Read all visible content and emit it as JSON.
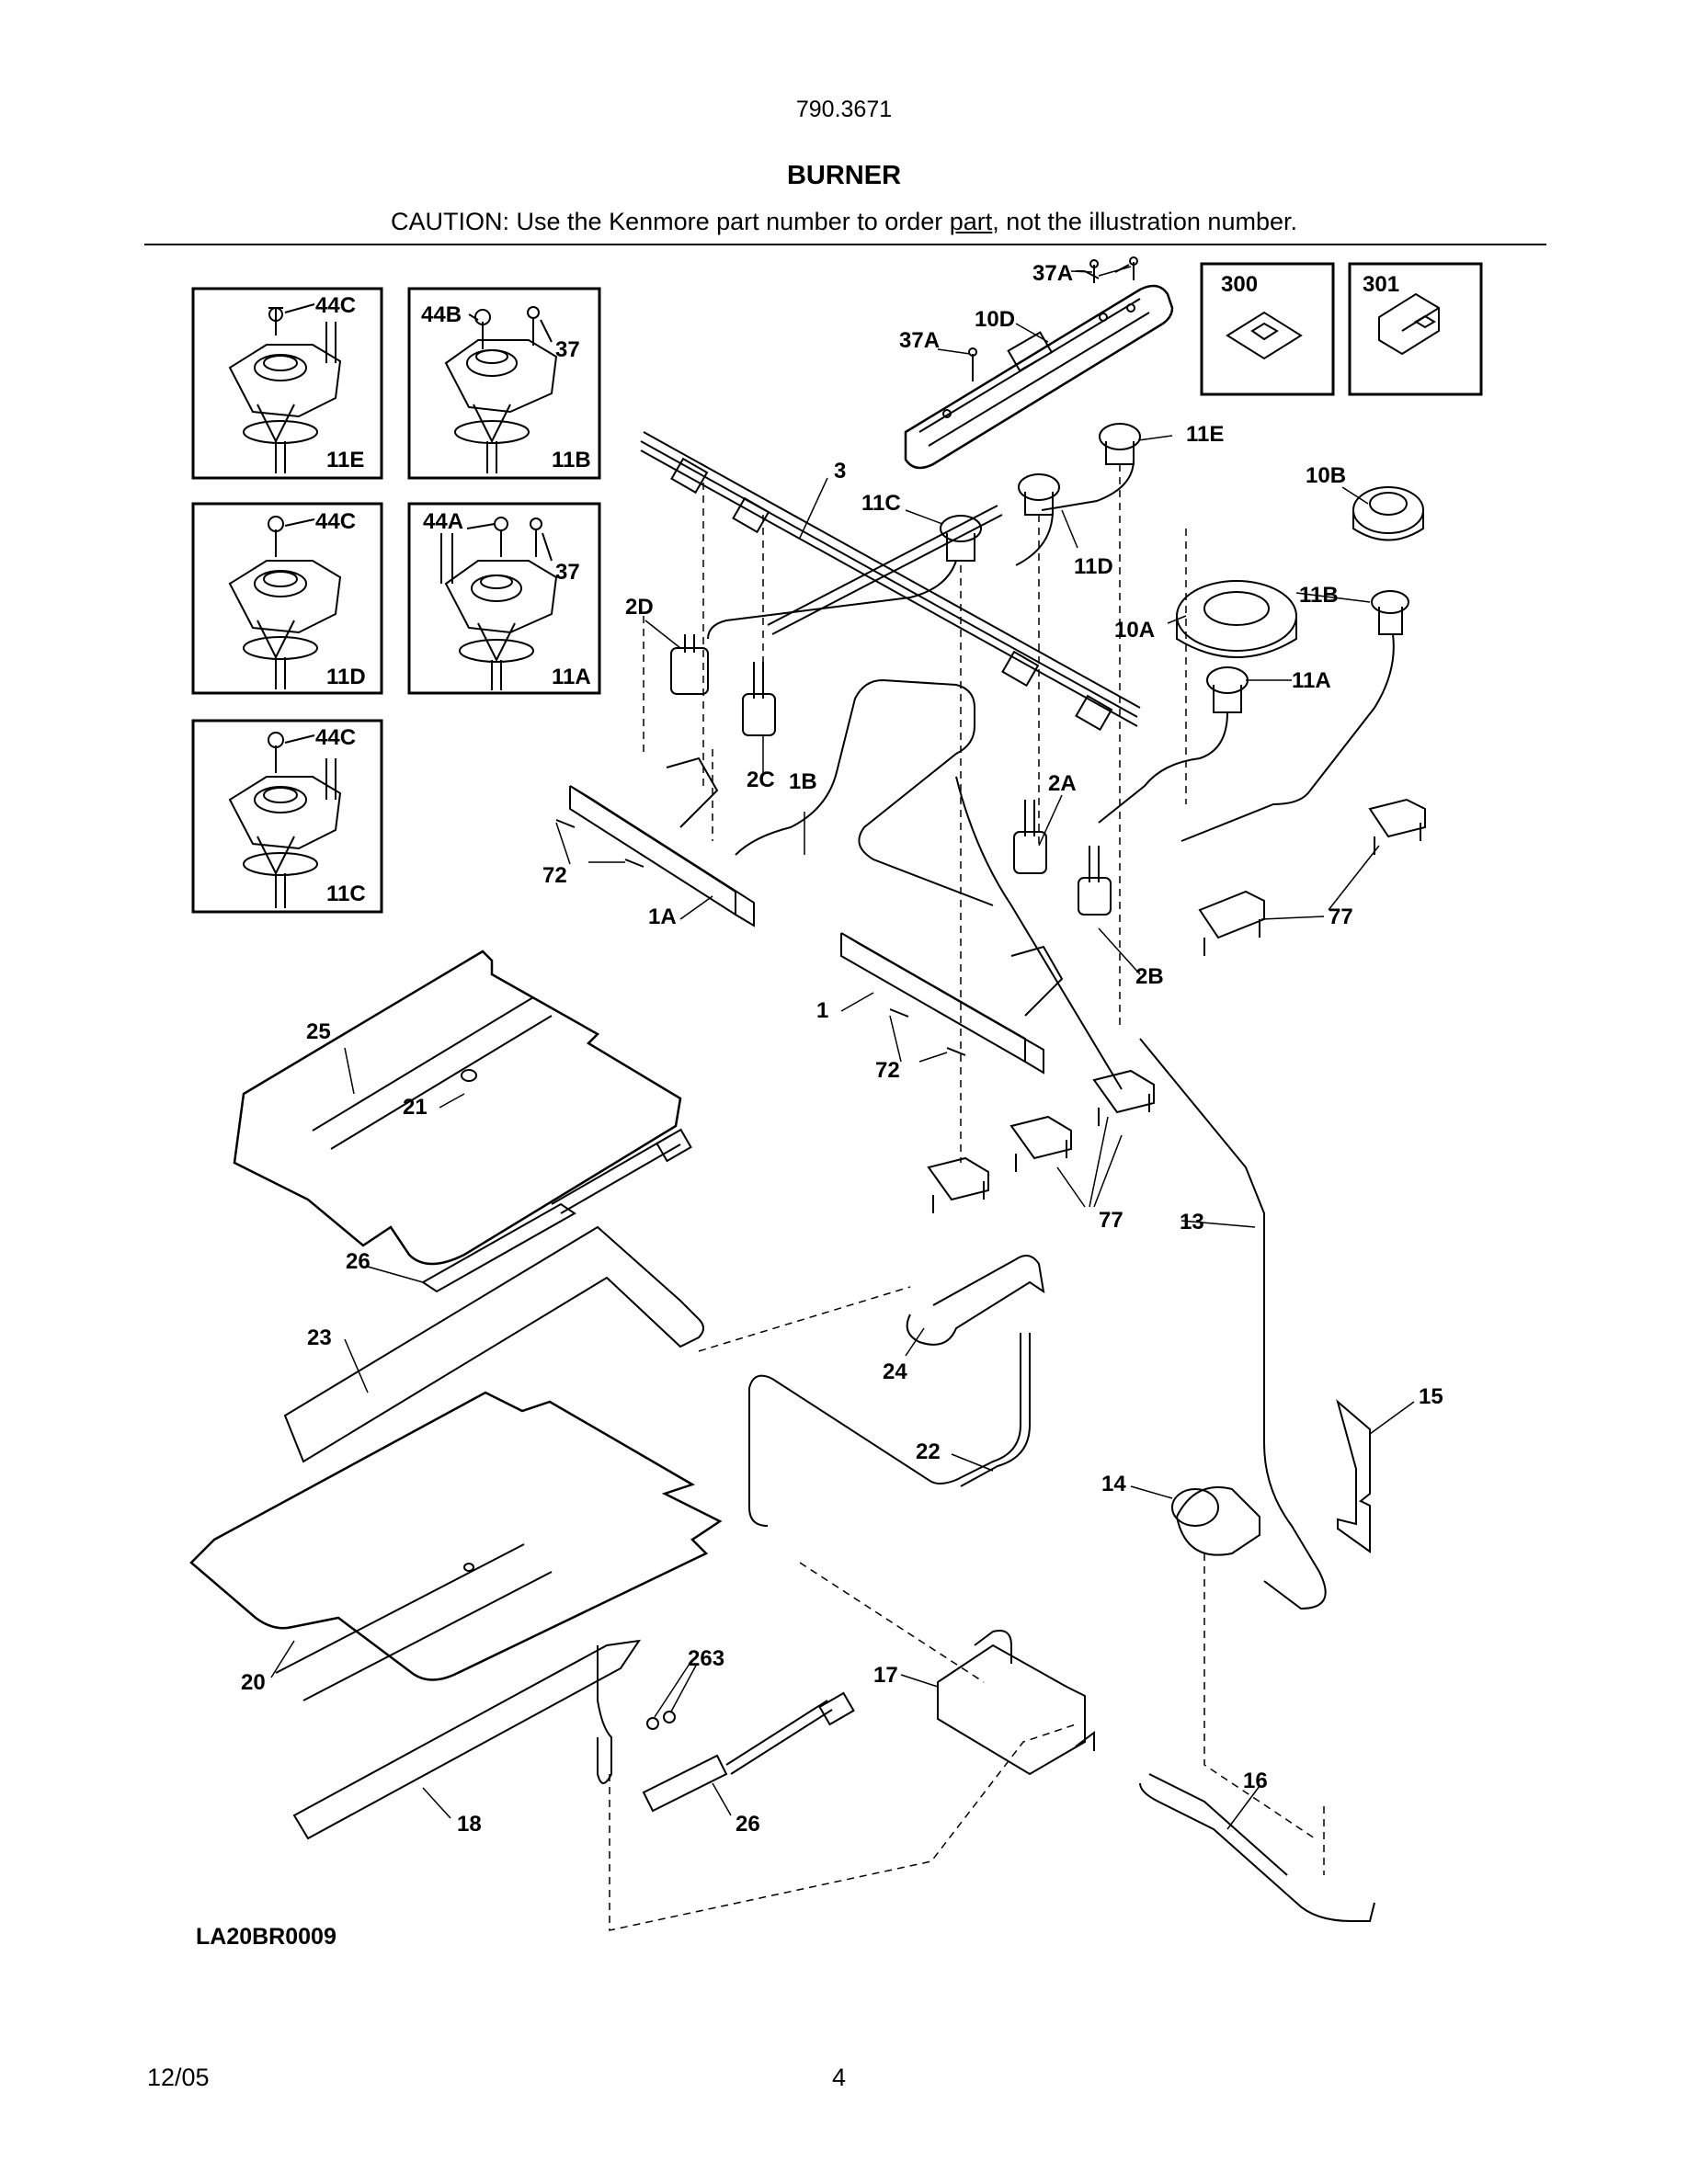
{
  "header": {
    "model": "790.3671",
    "title": "BURNER",
    "caution_before": "CAUTION: Use the Kenmore part number to order ",
    "caution_link": "part",
    "caution_after": ", not the illustration number."
  },
  "insets": [
    {
      "part": "11E",
      "screw": "44C"
    },
    {
      "part": "11B",
      "screw": "44B",
      "extra": "37"
    },
    {
      "part": "11D",
      "screw": "44C"
    },
    {
      "part": "11A",
      "screw": "44A",
      "extra": "37"
    },
    {
      "part": "11C",
      "screw": "44C"
    },
    {
      "part": "300"
    },
    {
      "part": "301"
    }
  ],
  "callouts": {
    "c37A_top": "37A",
    "c37A_left": "37A",
    "c10D": "10D",
    "c11E": "11E",
    "c3": "3",
    "c11C": "11C",
    "c11D": "11D",
    "c10B": "10B",
    "c11B": "11B",
    "c10A": "10A",
    "c11A": "11A",
    "c2D": "2D",
    "c2C": "2C",
    "c1B": "1B",
    "c2A": "2A",
    "c72a": "72",
    "c1A": "1A",
    "c77a": "77",
    "c2B": "2B",
    "c1": "1",
    "c72b": "72",
    "c25": "25",
    "c21": "21",
    "c77b": "77",
    "c13": "13",
    "c26a": "26",
    "c23": "23",
    "c24": "24",
    "c15": "15",
    "c22": "22",
    "c14": "14",
    "c20": "20",
    "c263": "263",
    "c17": "17",
    "c16": "16",
    "c18": "18",
    "c26b": "26"
  },
  "footer": {
    "drawing_code": "LA20BR0009",
    "date": "12/05",
    "page": "4"
  }
}
